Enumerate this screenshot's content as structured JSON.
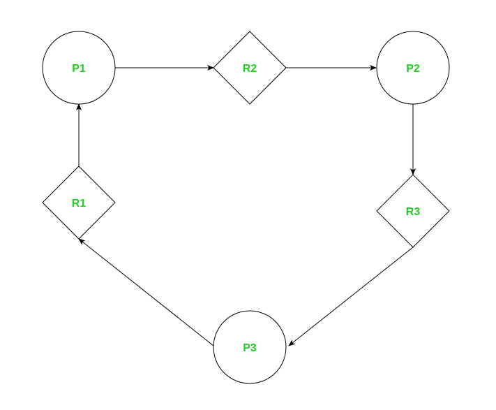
{
  "colors": {
    "label": "#22cc22",
    "stroke": "#000000",
    "fill": "#ffffff"
  },
  "nodes": {
    "p1": {
      "label": "P1",
      "kind": "process"
    },
    "p2": {
      "label": "P2",
      "kind": "process"
    },
    "p3": {
      "label": "P3",
      "kind": "process"
    },
    "r1": {
      "label": "R1",
      "kind": "resource"
    },
    "r2": {
      "label": "R2",
      "kind": "resource"
    },
    "r3": {
      "label": "R3",
      "kind": "resource"
    }
  },
  "edges": [
    {
      "from": "P1",
      "to": "R2"
    },
    {
      "from": "R2",
      "to": "P2"
    },
    {
      "from": "P2",
      "to": "R3"
    },
    {
      "from": "R3",
      "to": "P3"
    },
    {
      "from": "P3",
      "to": "R1"
    },
    {
      "from": "R1",
      "to": "P1"
    }
  ]
}
